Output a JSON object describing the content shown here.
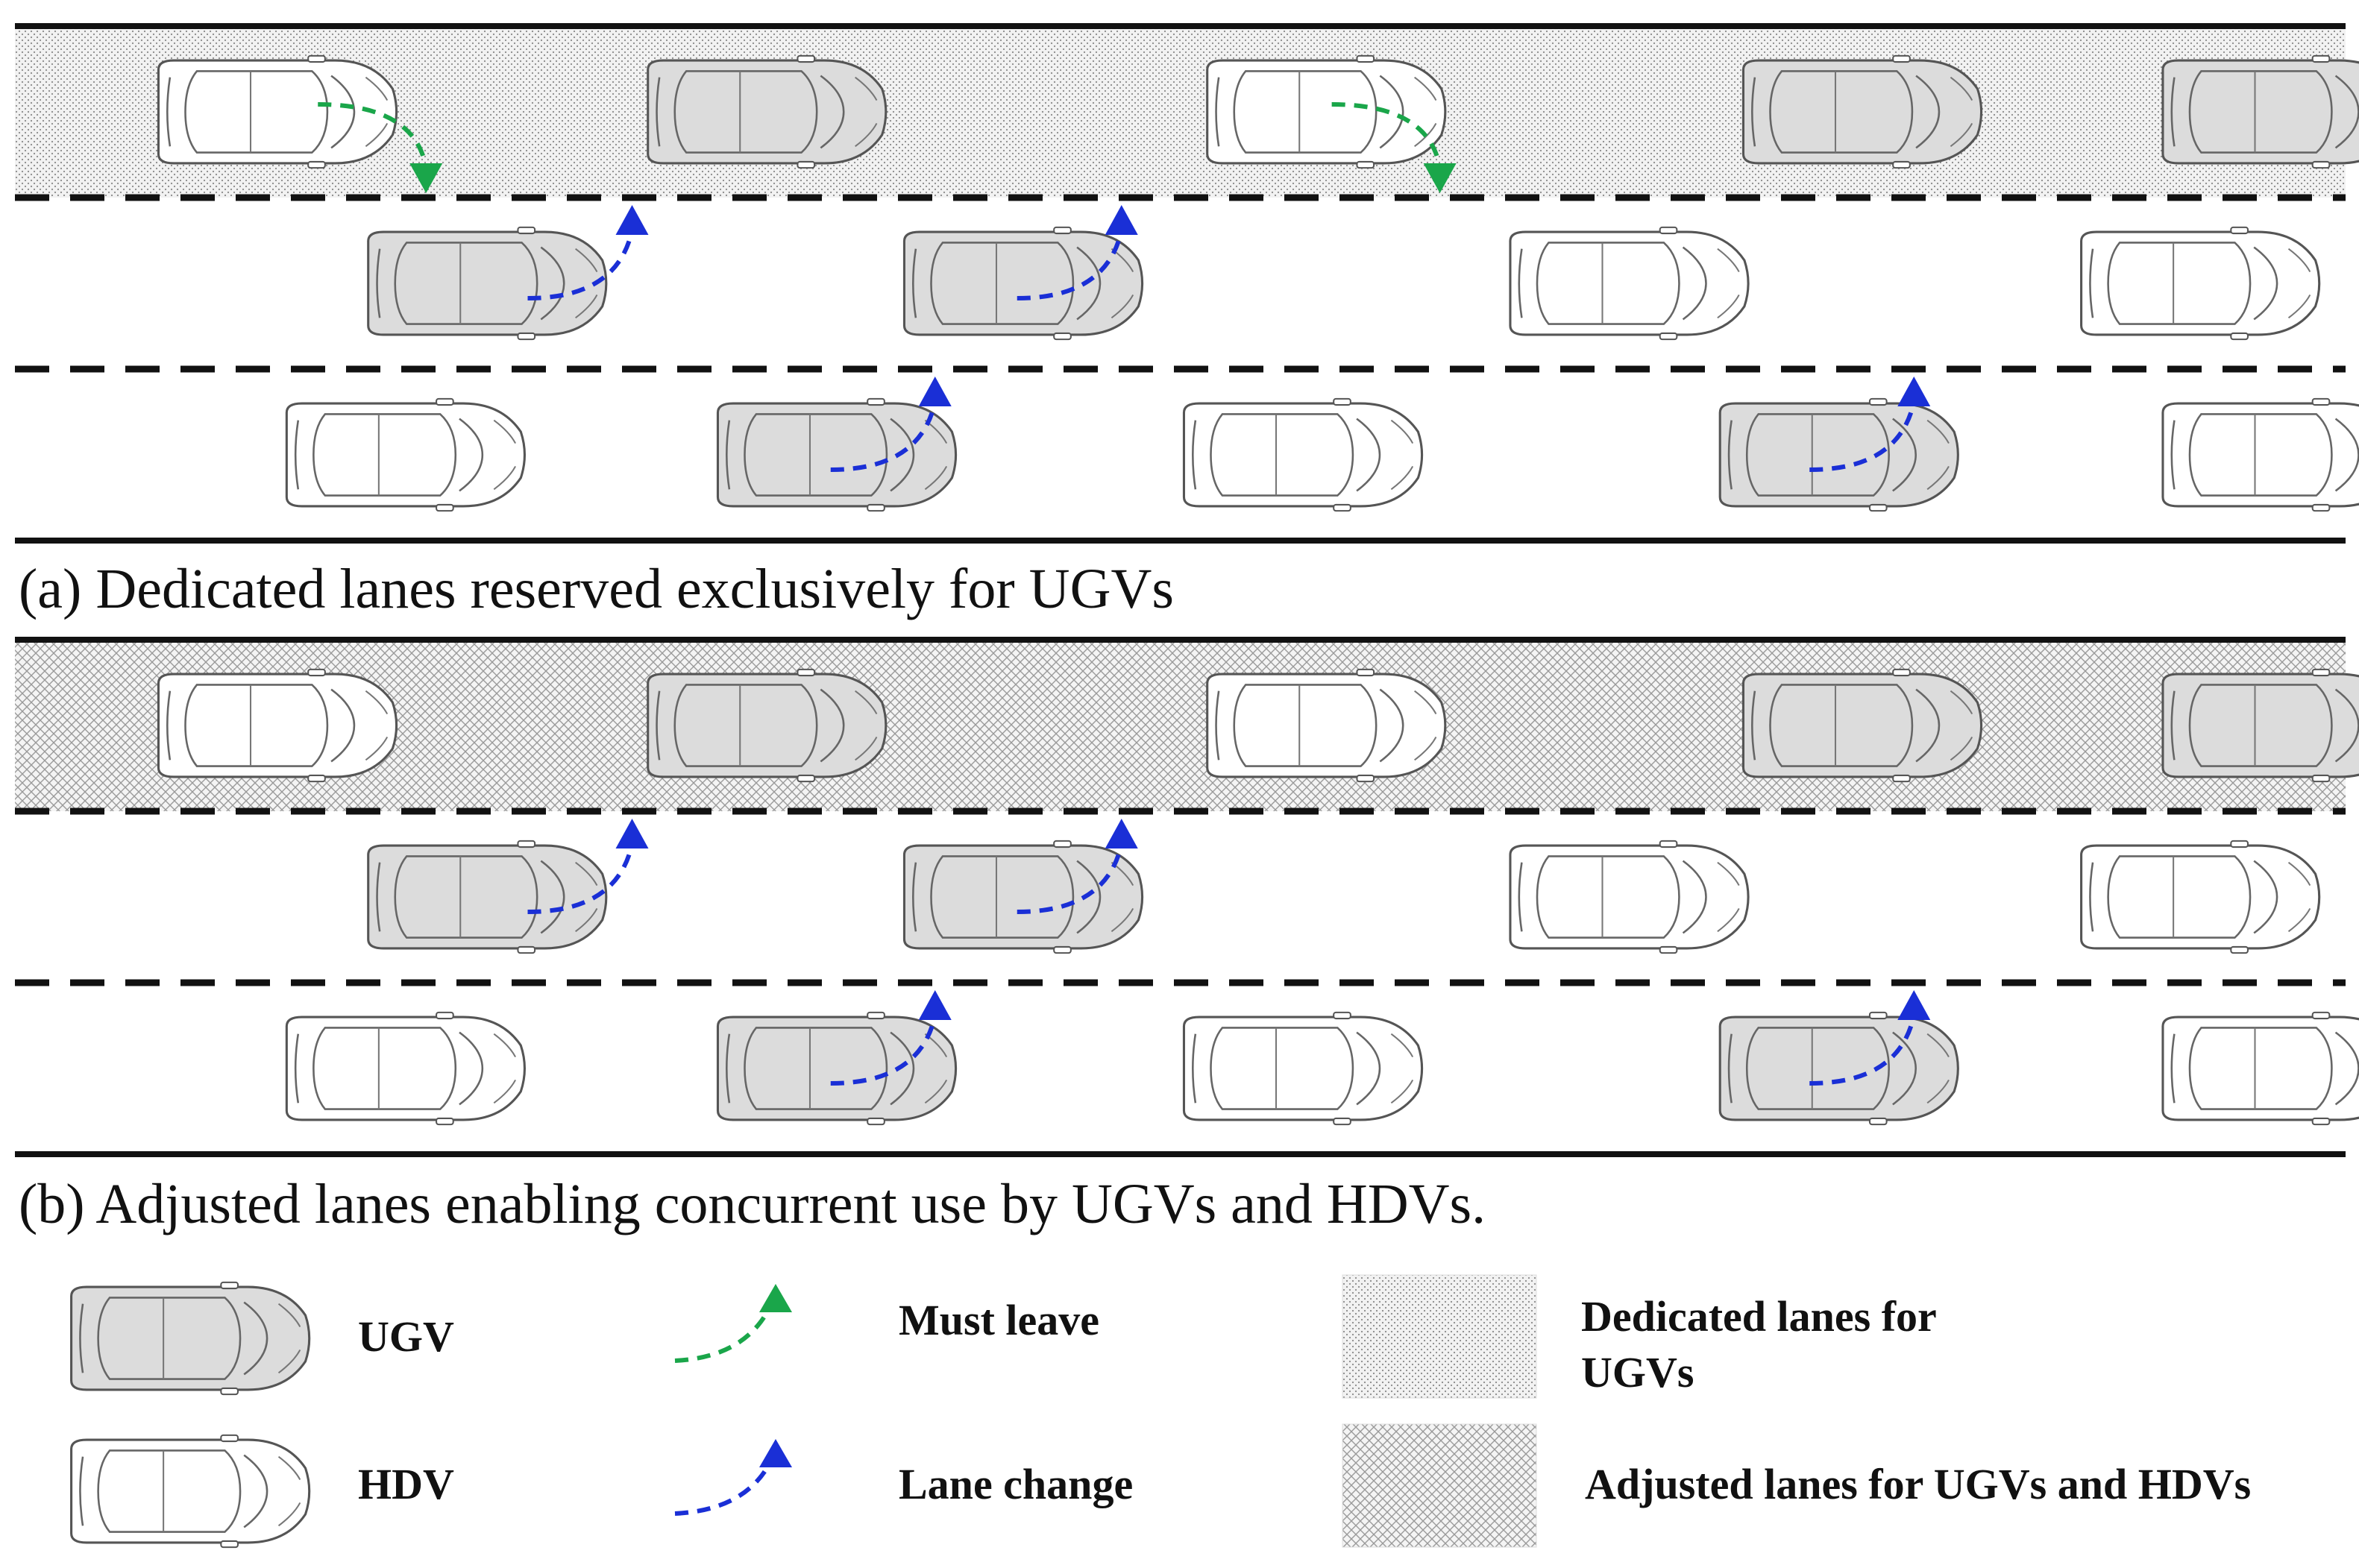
{
  "panel_a": {
    "caption": "(a) Dedicated lanes reserved exclusively for UGVs",
    "lane_types": [
      "dedicated",
      "normal",
      "normal"
    ],
    "vehicles": [
      {
        "lane": 0,
        "x": 0.055,
        "type": "HDV"
      },
      {
        "lane": 0,
        "x": 0.265,
        "type": "UGV"
      },
      {
        "lane": 0,
        "x": 0.505,
        "type": "HDV"
      },
      {
        "lane": 0,
        "x": 0.735,
        "type": "UGV"
      },
      {
        "lane": 0,
        "x": 0.915,
        "type": "UGV"
      },
      {
        "lane": 1,
        "x": 0.145,
        "type": "UGV"
      },
      {
        "lane": 1,
        "x": 0.375,
        "type": "UGV"
      },
      {
        "lane": 1,
        "x": 0.635,
        "type": "HDV"
      },
      {
        "lane": 1,
        "x": 0.88,
        "type": "HDV"
      },
      {
        "lane": 2,
        "x": 0.11,
        "type": "HDV"
      },
      {
        "lane": 2,
        "x": 0.295,
        "type": "UGV"
      },
      {
        "lane": 2,
        "x": 0.495,
        "type": "HDV"
      },
      {
        "lane": 2,
        "x": 0.725,
        "type": "UGV"
      },
      {
        "lane": 2,
        "x": 0.915,
        "type": "HDV"
      }
    ],
    "maneuvers": [
      {
        "kind": "must-leave",
        "from_lane": 0,
        "to_lane": 1,
        "x": 0.13
      },
      {
        "kind": "must-leave",
        "from_lane": 0,
        "to_lane": 1,
        "x": 0.565
      },
      {
        "kind": "lane-change",
        "from_lane": 1,
        "to_lane": 0,
        "x": 0.22
      },
      {
        "kind": "lane-change",
        "from_lane": 1,
        "to_lane": 0,
        "x": 0.43
      },
      {
        "kind": "lane-change",
        "from_lane": 2,
        "to_lane": 1,
        "x": 0.35
      },
      {
        "kind": "lane-change",
        "from_lane": 2,
        "to_lane": 1,
        "x": 0.77
      }
    ]
  },
  "panel_b": {
    "caption": "(b) Adjusted lanes enabling concurrent use by UGVs and HDVs.",
    "lane_types": [
      "adjusted",
      "normal",
      "normal"
    ],
    "vehicles": [
      {
        "lane": 0,
        "x": 0.055,
        "type": "HDV"
      },
      {
        "lane": 0,
        "x": 0.265,
        "type": "UGV"
      },
      {
        "lane": 0,
        "x": 0.505,
        "type": "HDV"
      },
      {
        "lane": 0,
        "x": 0.735,
        "type": "UGV"
      },
      {
        "lane": 0,
        "x": 0.915,
        "type": "UGV"
      },
      {
        "lane": 1,
        "x": 0.145,
        "type": "UGV"
      },
      {
        "lane": 1,
        "x": 0.375,
        "type": "UGV"
      },
      {
        "lane": 1,
        "x": 0.635,
        "type": "HDV"
      },
      {
        "lane": 1,
        "x": 0.88,
        "type": "HDV"
      },
      {
        "lane": 2,
        "x": 0.11,
        "type": "HDV"
      },
      {
        "lane": 2,
        "x": 0.295,
        "type": "UGV"
      },
      {
        "lane": 2,
        "x": 0.495,
        "type": "HDV"
      },
      {
        "lane": 2,
        "x": 0.725,
        "type": "UGV"
      },
      {
        "lane": 2,
        "x": 0.915,
        "type": "HDV"
      }
    ],
    "maneuvers": [
      {
        "kind": "lane-change",
        "from_lane": 1,
        "to_lane": 0,
        "x": 0.22
      },
      {
        "kind": "lane-change",
        "from_lane": 1,
        "to_lane": 0,
        "x": 0.43
      },
      {
        "kind": "lane-change",
        "from_lane": 2,
        "to_lane": 1,
        "x": 0.35
      },
      {
        "kind": "lane-change",
        "from_lane": 2,
        "to_lane": 1,
        "x": 0.77
      }
    ]
  },
  "legend": {
    "ugv_label": "UGV",
    "hdv_label": "HDV",
    "must_leave_label": "Must leave",
    "lane_change_label": "Lane change",
    "dedicated_label_line1": "Dedicated lanes for",
    "dedicated_label_line2": "UGVs",
    "adjusted_label": "Adjusted lanes for UGVs and HDVs"
  },
  "colors": {
    "ugv_body": "#dcdcdc",
    "hdv_body": "#ffffff",
    "car_outline": "#555555",
    "must_leave": "#1aa64a",
    "lane_change": "#1a2fd6",
    "road_line": "#111111"
  }
}
